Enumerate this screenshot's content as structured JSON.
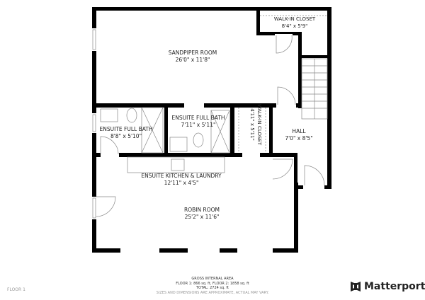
{
  "rooms": [
    {
      "name": "SANDPIPER ROOM",
      "size": "26'0\" x 11'8\""
    },
    {
      "name": "WALK-IN CLOSET",
      "size": "8'4\" x 5'9\""
    },
    {
      "name": "ENSUITE FULL BATH",
      "size": "8'8\" x 5'10\""
    },
    {
      "name": "ENSUITE FULL BATH",
      "size": "7'11\" x 5'11\""
    },
    {
      "name": "WALK-IN CLOSET",
      "size": "4'11\" x 5'11\""
    },
    {
      "name": "HALL",
      "size": "7'0\" x 8'5\""
    },
    {
      "name": "ENSUITE KITCHEN & LAUNDRY",
      "size": "12'11\" x 4'5\""
    },
    {
      "name": "ROBIN ROOM",
      "size": "25'2\" x 11'6\""
    }
  ],
  "footer": {
    "title": "GROSS INTERNAL AREA",
    "floors": "FLOOR 1: 866 sq. ft, FLOOR 2: 1858 sq. ft",
    "total": "TOTAL: 2724 sq. ft",
    "note": "SIZES AND DIMENSIONS ARE APPROXIMATE, ACTUAL MAY VARY."
  },
  "floor_label": "FLOOR 1",
  "brand": "Matterport"
}
